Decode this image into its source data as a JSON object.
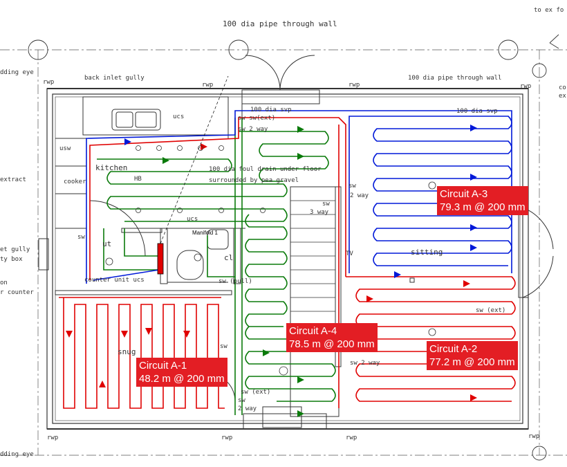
{
  "colors": {
    "flow": "#e00000",
    "return": "#0018d8",
    "zone": "#0a7a0a",
    "label_bg": "#e31e24",
    "wall": "#333333"
  },
  "labels": {
    "to_ex": "to ex fo",
    "pipe_top": "100 dia pipe through wall",
    "pipe_right": "100 dia pipe through wall",
    "rodding_eye_top": "dding eye",
    "rodding_eye_bottom": "dding eye",
    "back_inlet_gully": "back inlet gully",
    "rwp": "rwp",
    "svp_centre": "100 dia svp",
    "svp_right": "100 dia svp",
    "sw_ext_top": "sw sw(ext)",
    "sw_2way_top": "sw 2 way",
    "ucs_kitchen": "ucs",
    "usw": "usw",
    "kitchen": "kitchen",
    "cooker": "cooker",
    "hb": "HB",
    "extract": "extract",
    "foul_drain_1": "100 dia foul drain under floor",
    "foul_drain_2": "surrounded by pea gravel",
    "ucs_ut": "ucs",
    "manifold": "Manifold 1",
    "sw_ut": "sw",
    "ut": "ut",
    "cl": "cl",
    "sw_pull": "sw (pull)",
    "counter": "counter unit  ucs",
    "gully_1": "et gully",
    "gully_2": "ty box",
    "on": "on",
    "r_counter": "r counter",
    "sw_stair": "sw",
    "sw_2way_mid": "sw",
    "way_mid": "2 way",
    "stair_sw": "sw",
    "stair_3way": "3 way",
    "tv": "TV",
    "sitting": "sitting",
    "co": "co",
    "ex": "ex",
    "sw_ext_right": "sw (ext)",
    "snug": "snug",
    "sw_snug": "sw",
    "sw_2way_bottom": "sw 2 way",
    "sw_ext_bottom": "sw (ext)",
    "sw_bottom": "sw",
    "way_bottom": "2 way"
  },
  "circuits": [
    {
      "name": "Circuit A-1",
      "spec": "48.2 m @ 200 mm"
    },
    {
      "name": "Circuit A-2",
      "spec": "77.2 m @ 200 mm"
    },
    {
      "name": "Circuit A-3",
      "spec": "79.3 m @ 200 mm"
    },
    {
      "name": "Circuit A-4",
      "spec": "78.5 m @ 200 mm"
    }
  ]
}
